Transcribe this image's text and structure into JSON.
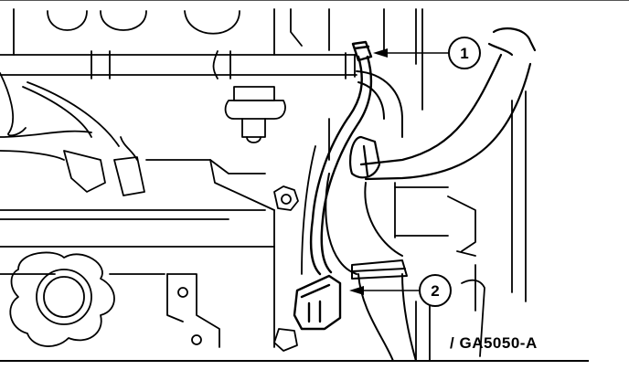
{
  "figure": {
    "id_label": "GA5050-A",
    "id_prefix": "/"
  },
  "callouts": [
    {
      "number": "1"
    },
    {
      "number": "2"
    }
  ],
  "colors": {
    "line": "#000000",
    "background": "#ffffff"
  }
}
